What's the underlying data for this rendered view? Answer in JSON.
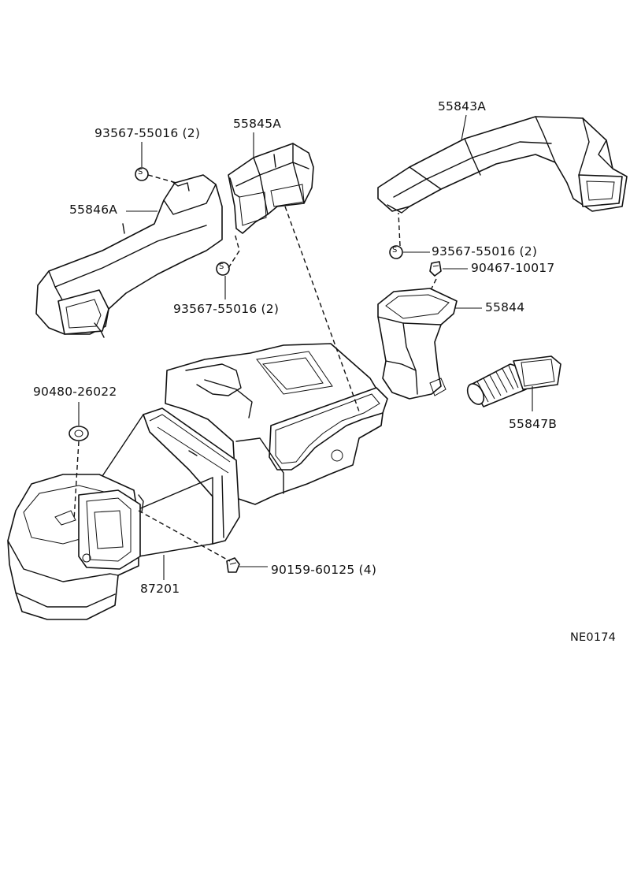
{
  "labels": {
    "p_55843A": "55843A",
    "p_55845A": "55845A",
    "p_93567_top": "93567-55016 (2)",
    "p_55846A": "55846A",
    "p_93567_mid": "93567-55016 (2)",
    "p_93567_right": "93567-55016 (2)",
    "p_90467": "90467-10017",
    "p_55844": "55844",
    "p_90480": "90480-26022",
    "p_55847B": "55847B",
    "p_90159": "90159-60125 (4)",
    "p_87201": "87201",
    "diagram_code": "NE0174"
  },
  "symbols": {
    "screw_mark": "S"
  },
  "colors": {
    "ink": "#111111",
    "paper": "#ffffff"
  }
}
